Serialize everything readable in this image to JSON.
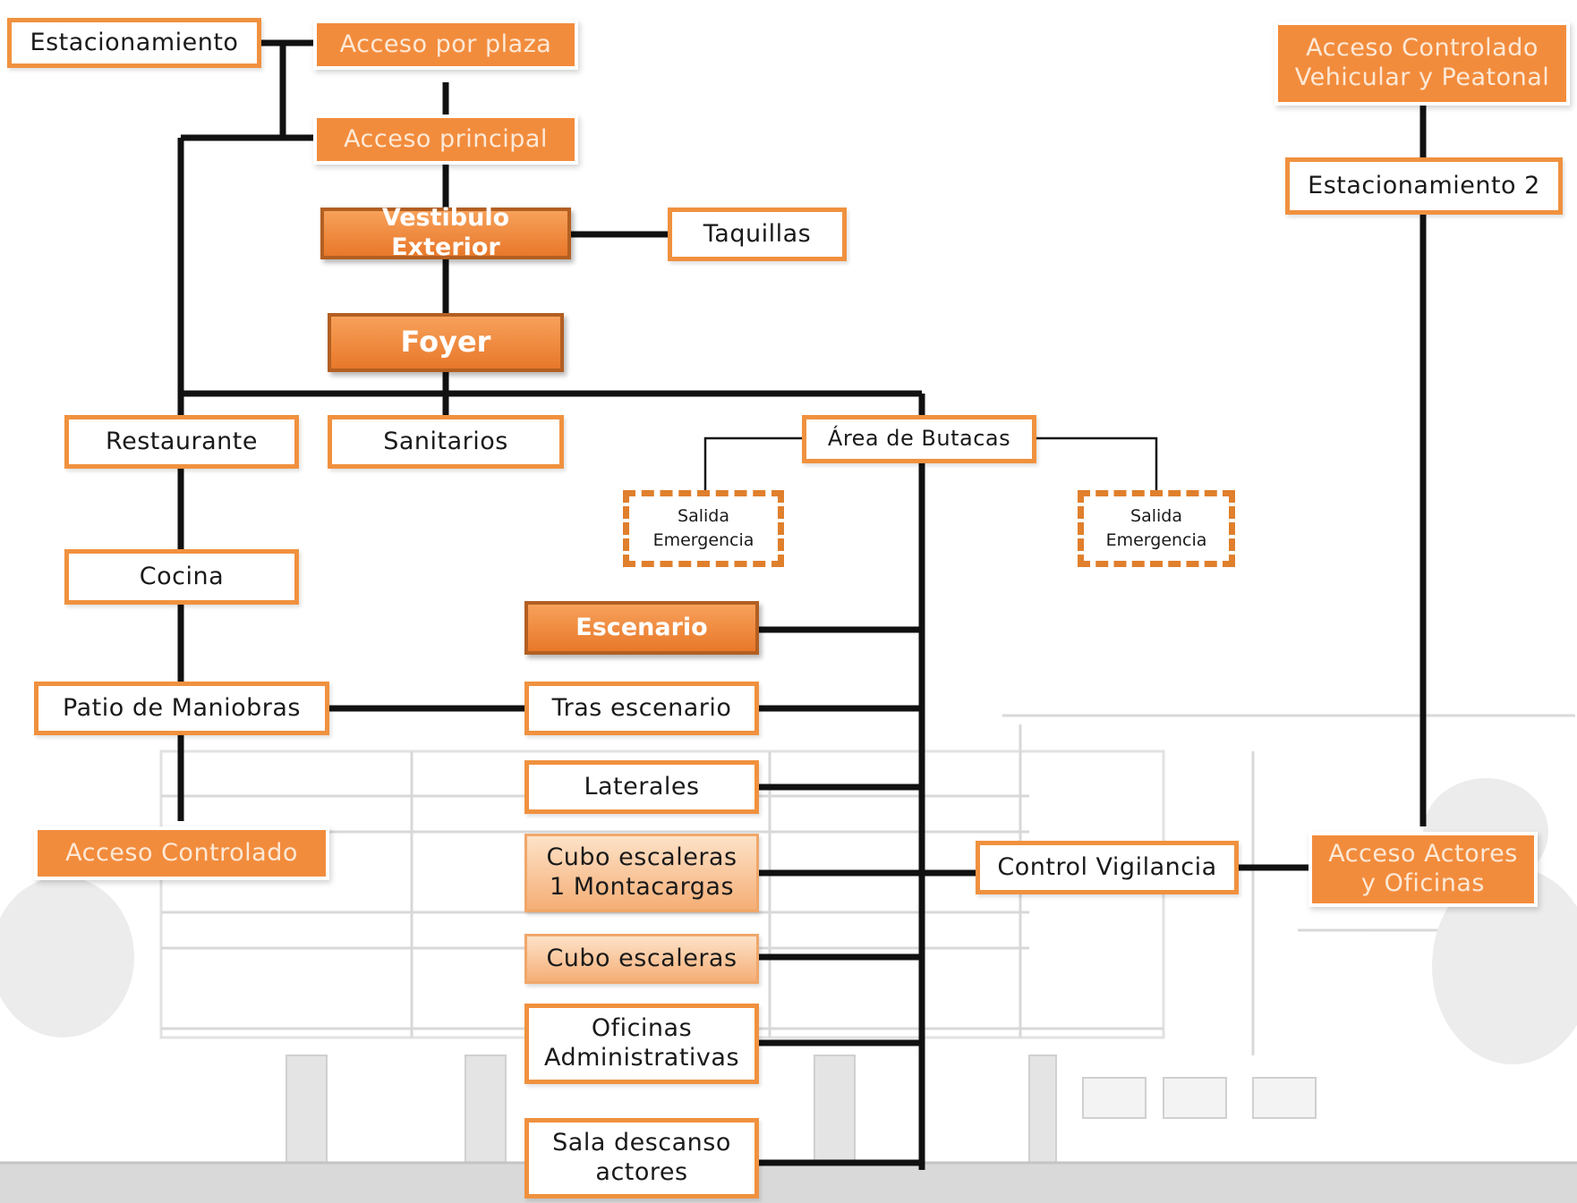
{
  "colors": {
    "accent_orange": "#f28c3d",
    "border_orange": "#f0913f",
    "connector": "#111111",
    "pale_orange": "#f8c9a0"
  },
  "nodes": {
    "estacionamiento": "Estacionamiento",
    "acceso_plaza": "Acceso por plaza",
    "acceso_principal": "Acceso principal",
    "vestibulo_exterior": "Vestibulo Exterior",
    "taquillas": "Taquillas",
    "foyer": "Foyer",
    "restaurante": "Restaurante",
    "sanitarios": "Sanitarios",
    "area_butacas": "Área de Butacas",
    "salida_emergencia_1": "Salida\nEmergencia",
    "salida_emergencia_2": "Salida\nEmergencia",
    "cocina": "Cocina",
    "escenario": "Escenario",
    "patio_maniobras": "Patio de Maniobras",
    "tras_escenario": "Tras escenario",
    "laterales": "Laterales",
    "acceso_controlado": "Acceso Controlado",
    "cubo_escaleras_montacargas": "Cubo escaleras\n1 Montacargas",
    "control_vigilancia": "Control Vigilancia",
    "acceso_actores": "Acceso Actores\ny Oficinas",
    "cubo_escaleras": "Cubo escaleras",
    "oficinas_administrativas": "Oficinas\nAdministrativas",
    "sala_descanso": "Sala descanso\nactores",
    "acceso_controlado_vehicular": "Acceso Controlado\nVehicular y Peatonal",
    "estacionamiento_2": "Estacionamiento 2"
  }
}
